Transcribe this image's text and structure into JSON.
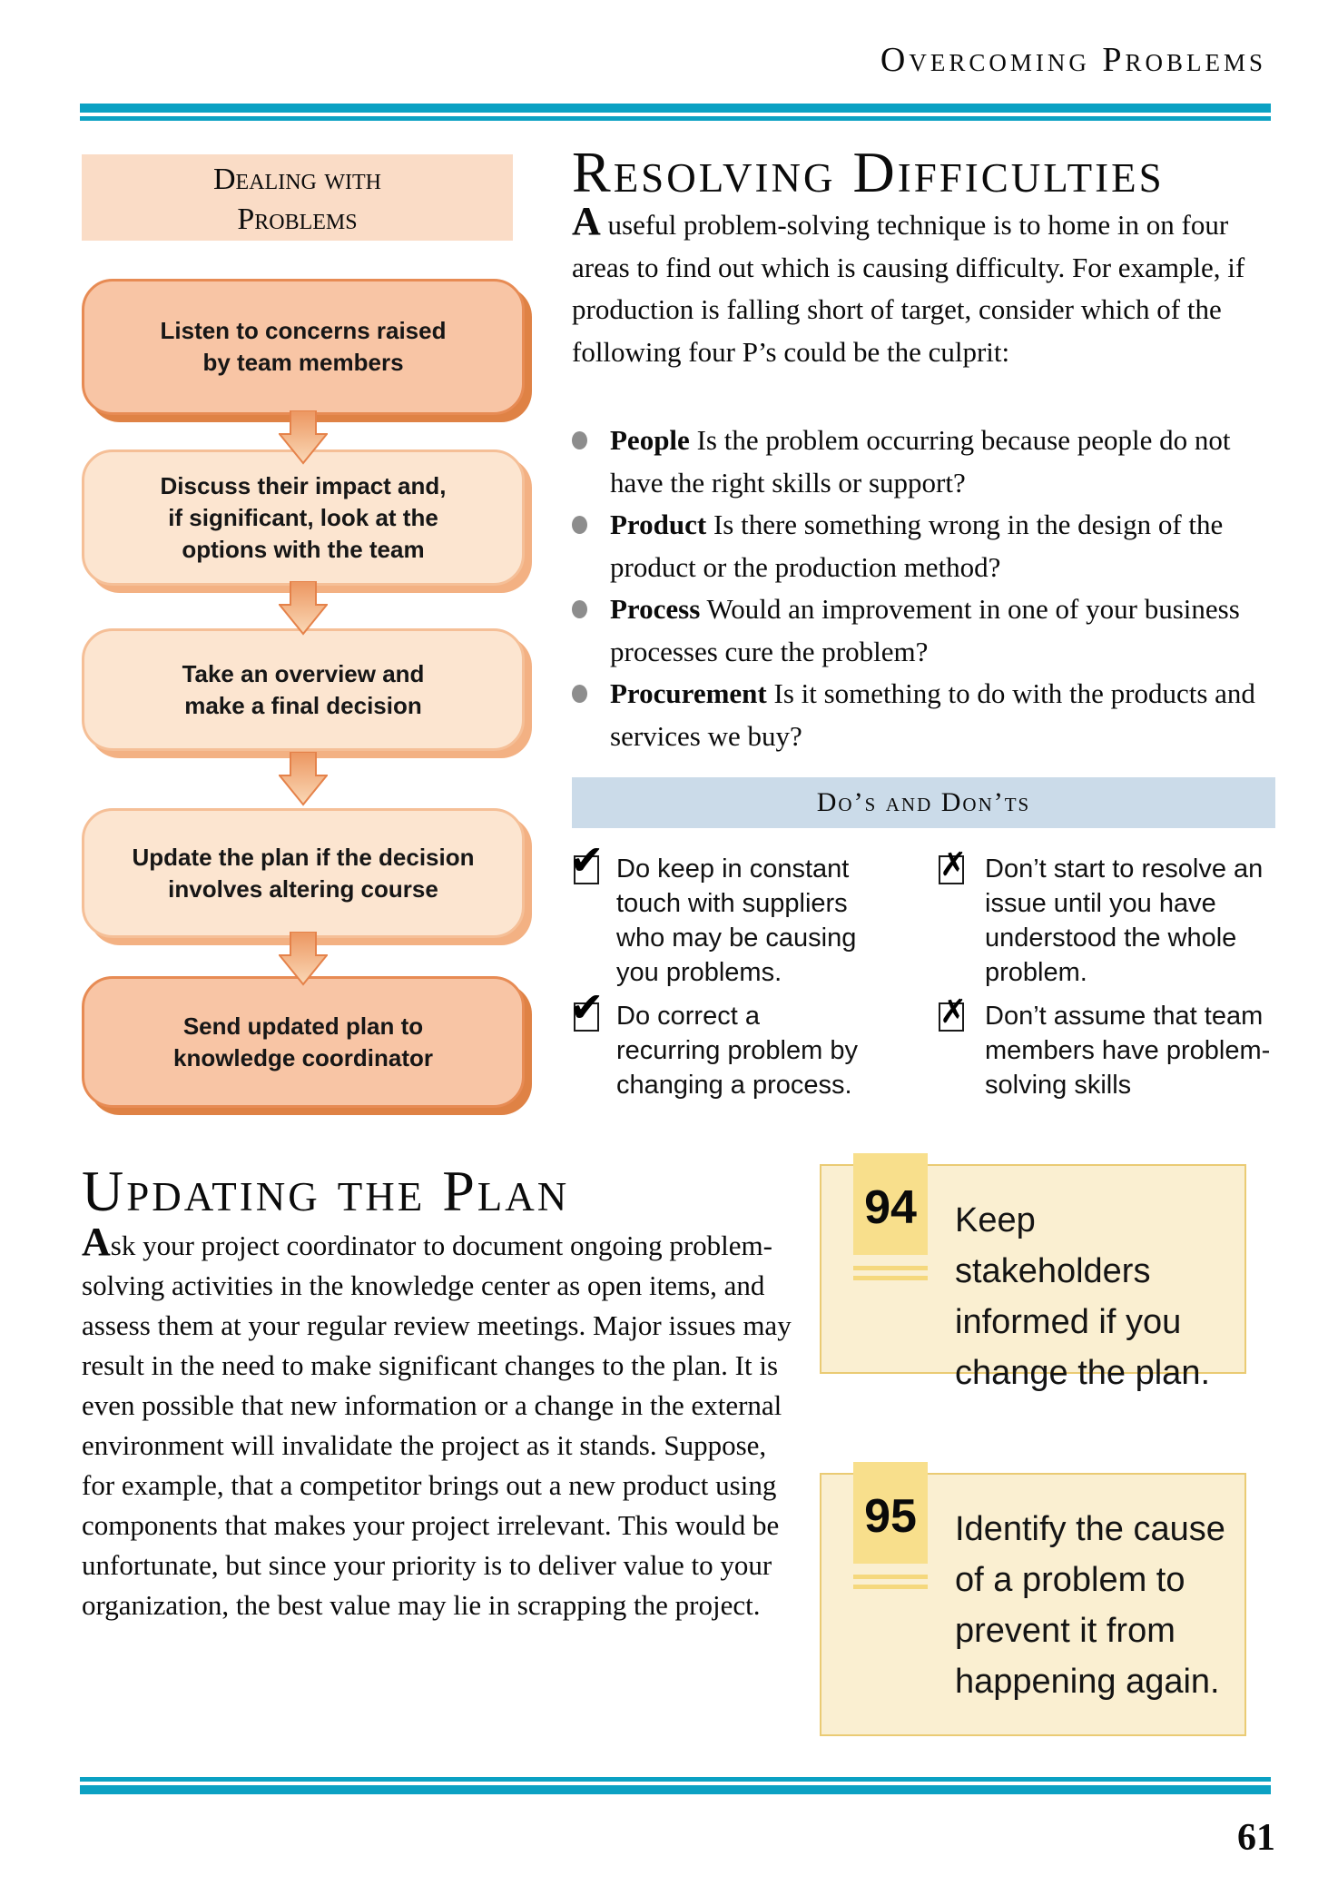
{
  "page": {
    "running_header": "Overcoming Problems",
    "page_number": "61"
  },
  "colors": {
    "teal": "#0BA1C3",
    "flow-title-bg": "#FADCC6",
    "strong-bg": "#F8C5A5",
    "strong-border": "#E78B54",
    "strong-shadow": "#DF8245",
    "light-bg": "#FCE5D0",
    "light-border": "#F5BF97",
    "light-shadow": "#F3B183",
    "band-bg": "#CBDBE9",
    "tip-bg": "#FAEFD1",
    "tip-border": "#EACB74",
    "tip-tab": "#F8DF8C",
    "tip-bar": "#F5D87D",
    "bullet": "#8D8D8D"
  },
  "flowchart": {
    "title": "Dealing with\nProblems",
    "steps": [
      {
        "style": "strong",
        "text": "Listen to concerns raised\nby team members"
      },
      {
        "style": "light",
        "text": "Discuss their impact and,\nif significant, look at the\noptions with the team"
      },
      {
        "style": "light",
        "text": "Take an overview and\nmake a final decision"
      },
      {
        "style": "light",
        "text": "Update the plan if the decision\ninvolves altering course"
      },
      {
        "style": "strong",
        "text": "Send updated plan to\nknowledge coordinator"
      }
    ]
  },
  "resolving": {
    "title": "Resolving Difficulties",
    "intro": "A useful problem-solving technique is to home in on four areas to find out which is causing difficulty. For example, if production is falling short of target, consider which of the following four P’s could be the culprit:",
    "bullets": [
      {
        "term": "People",
        "text": " Is the problem occurring because people do not have the right skills or support?"
      },
      {
        "term": "Product",
        "text": " Is there something wrong in the design of the product or the production method?"
      },
      {
        "term": "Process",
        "text": " Would an improvement in one of your business processes cure the problem?"
      },
      {
        "term": "Procurement",
        "text": " Is it something to do with the products and services we buy?"
      }
    ]
  },
  "dos_donts": {
    "title": "Do’s and Don’ts",
    "check_icon": "✔",
    "cross_icon": "✗",
    "items": [
      {
        "type": "do",
        "text": "Do keep in constant touch with suppliers who may be causing you problems."
      },
      {
        "type": "dont",
        "text": "Don’t start to resolve an issue until you have understood the whole problem."
      },
      {
        "type": "do",
        "text": "Do correct a recurring problem by changing a process."
      },
      {
        "type": "dont",
        "text": "Don’t assume that team members have problem-solving skills"
      }
    ]
  },
  "updating": {
    "title": "Updating the Plan",
    "body": "Ask your project coordinator to document ongoing problem-solving activities in the knowledge center as open items, and assess them at your regular review meetings. Major issues may result in the need to make significant changes to the plan. It is even possible that new information or a change in the external environment will invalidate the project as it stands. Suppose, for example, that a competitor brings out a new product using components that makes your project irrelevant. This would be unfortunate, but since your priority is to deliver value to your organization, the best value may lie in scrapping the project."
  },
  "tips": [
    {
      "number": "94",
      "text": "Keep stakeholders\ninformed if you\nchange the plan."
    },
    {
      "number": "95",
      "text": "Identify the cause\nof a problem to\nprevent it from\nhappening again."
    }
  ]
}
